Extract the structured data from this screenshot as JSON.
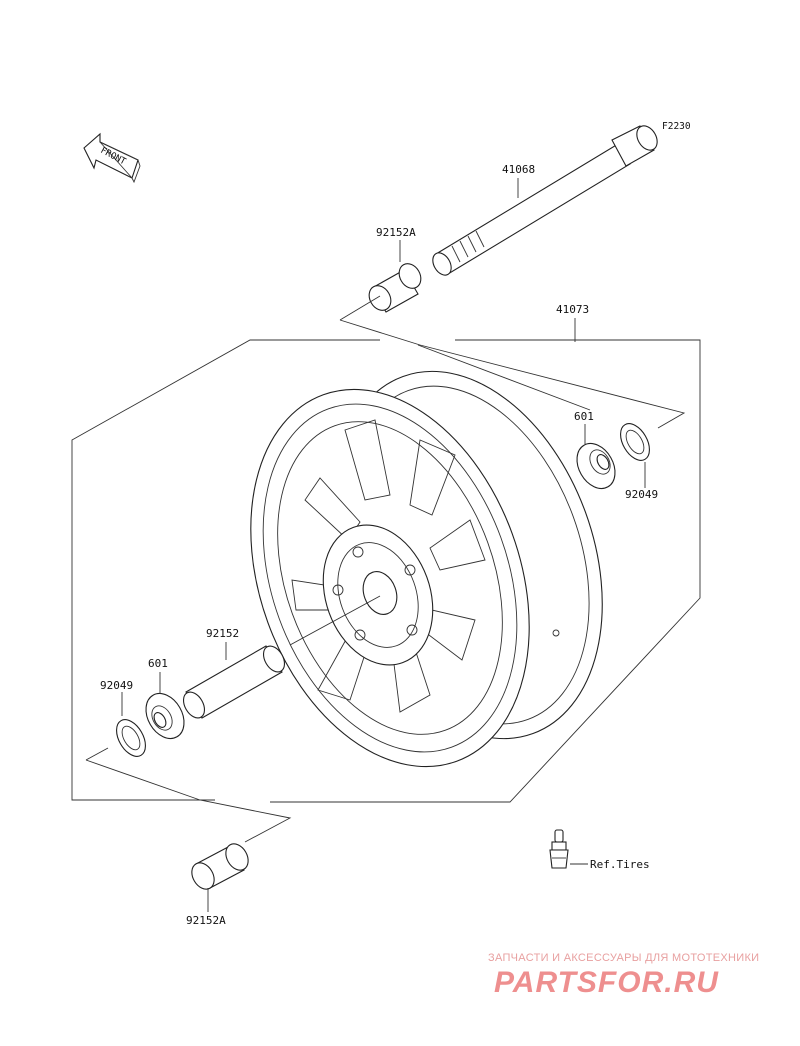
{
  "diagram": {
    "ref_code": "F2230",
    "front_arrow_text": "FRONT",
    "labels": {
      "axle": "41068",
      "collar_top": "92152A",
      "wheel": "41073",
      "bearing_right": "601",
      "seal_right": "92049",
      "spacer": "92152",
      "bearing_left": "601",
      "seal_left": "92049",
      "collar_bottom": "92152A",
      "valve_ref": "Ref.Tires"
    }
  },
  "watermark": {
    "caption": "ЗАПЧАСТИ И АКСЕССУАРЫ ДЛЯ МОТОТЕХНИКИ",
    "logo": "PARTSFOR.RU"
  }
}
